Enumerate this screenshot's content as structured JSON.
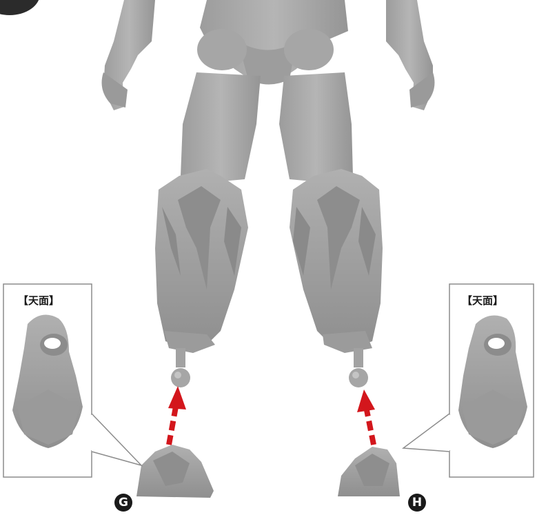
{
  "callouts": {
    "left_title": "【天面】",
    "right_title": "【天面】"
  },
  "parts": {
    "left_label": "G",
    "right_label": "H"
  },
  "colors": {
    "figure_gray": "#a9a9a9",
    "figure_shadow": "#8a8a8a",
    "arrow_red": "#d3161c",
    "callout_border": "#8c8c8c",
    "badge_dark": "#2b2b2b"
  },
  "icons": {
    "left_arrow": "arrow-up-icon",
    "right_arrow": "arrow-up-icon"
  }
}
